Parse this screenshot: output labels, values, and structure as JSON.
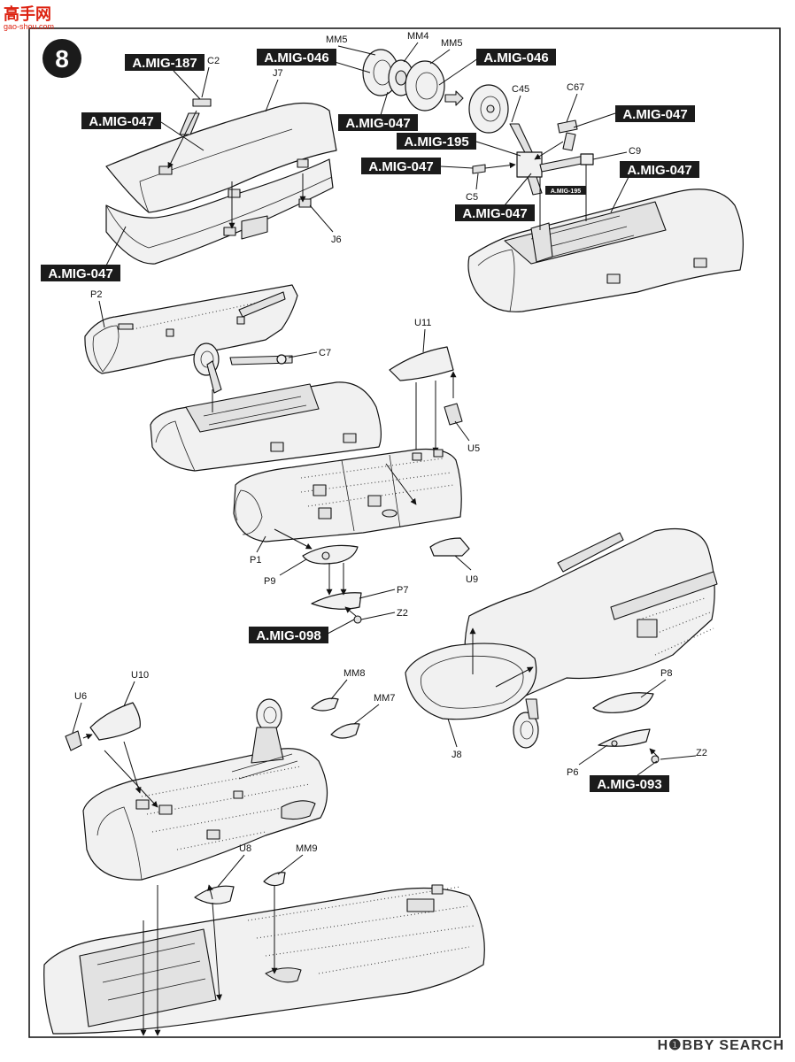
{
  "step": {
    "number": "8"
  },
  "watermark_top": {
    "line1": "高手网",
    "line2": "gao-shou.com"
  },
  "watermark_bottom": {
    "brand": "H❶BBY SEARCH"
  },
  "paint_tags": [
    "A.MIG-187",
    "A.MIG-046",
    "A.MIG-046",
    "A.MIG-047",
    "A.MIG-047",
    "A.MIG-195",
    "A.MIG-047",
    "A.MIG-047",
    "A.MIG-047",
    "A.MIG-047",
    "A.MIG-047",
    "A.MIG-098",
    "A.MIG-093"
  ],
  "small_tag": "A.MIG-195",
  "part_labels": [
    "C2",
    "J7",
    "MM5",
    "MM4",
    "MM5",
    "C45",
    "C67",
    "C9",
    "C5",
    "J6",
    "P2",
    "C7",
    "U11",
    "U5",
    "P1",
    "P9",
    "P7",
    "Z2",
    "U9",
    "U10",
    "U6",
    "MM8",
    "MM7",
    "P8",
    "J8",
    "P6",
    "Z2",
    "U8",
    "MM9"
  ]
}
